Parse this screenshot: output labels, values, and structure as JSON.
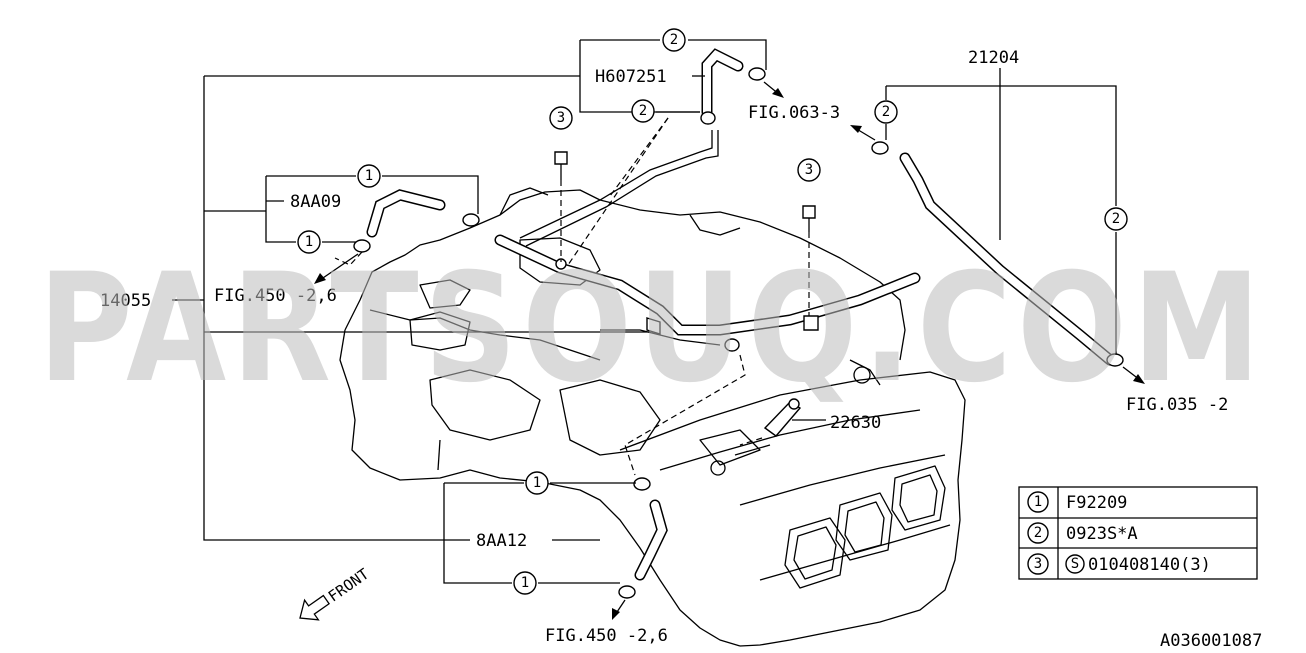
{
  "watermark": "PARTSOUQ.COM",
  "labels": {
    "p14055": "14055",
    "p8AA09": "8AA09",
    "h607251": "H607251",
    "p21204": "21204",
    "fig063": "FIG.063-3",
    "fig450_top": "FIG.450 -2,6",
    "fig035": "FIG.035 -2",
    "p22630": "22630",
    "p8AA12": "8AA12",
    "fig450_bottom": "FIG.450 -2,6",
    "front": "FRONT",
    "diagram_code": "A036001087"
  },
  "callouts": {
    "c1": "1",
    "c2": "2",
    "c3": "3"
  },
  "legend": {
    "rows": [
      {
        "num": "1",
        "part": "F92209",
        "prefix": ""
      },
      {
        "num": "2",
        "part": "0923S*A",
        "prefix": ""
      },
      {
        "num": "3",
        "part": "010408140(3)",
        "prefix": "S"
      }
    ]
  }
}
